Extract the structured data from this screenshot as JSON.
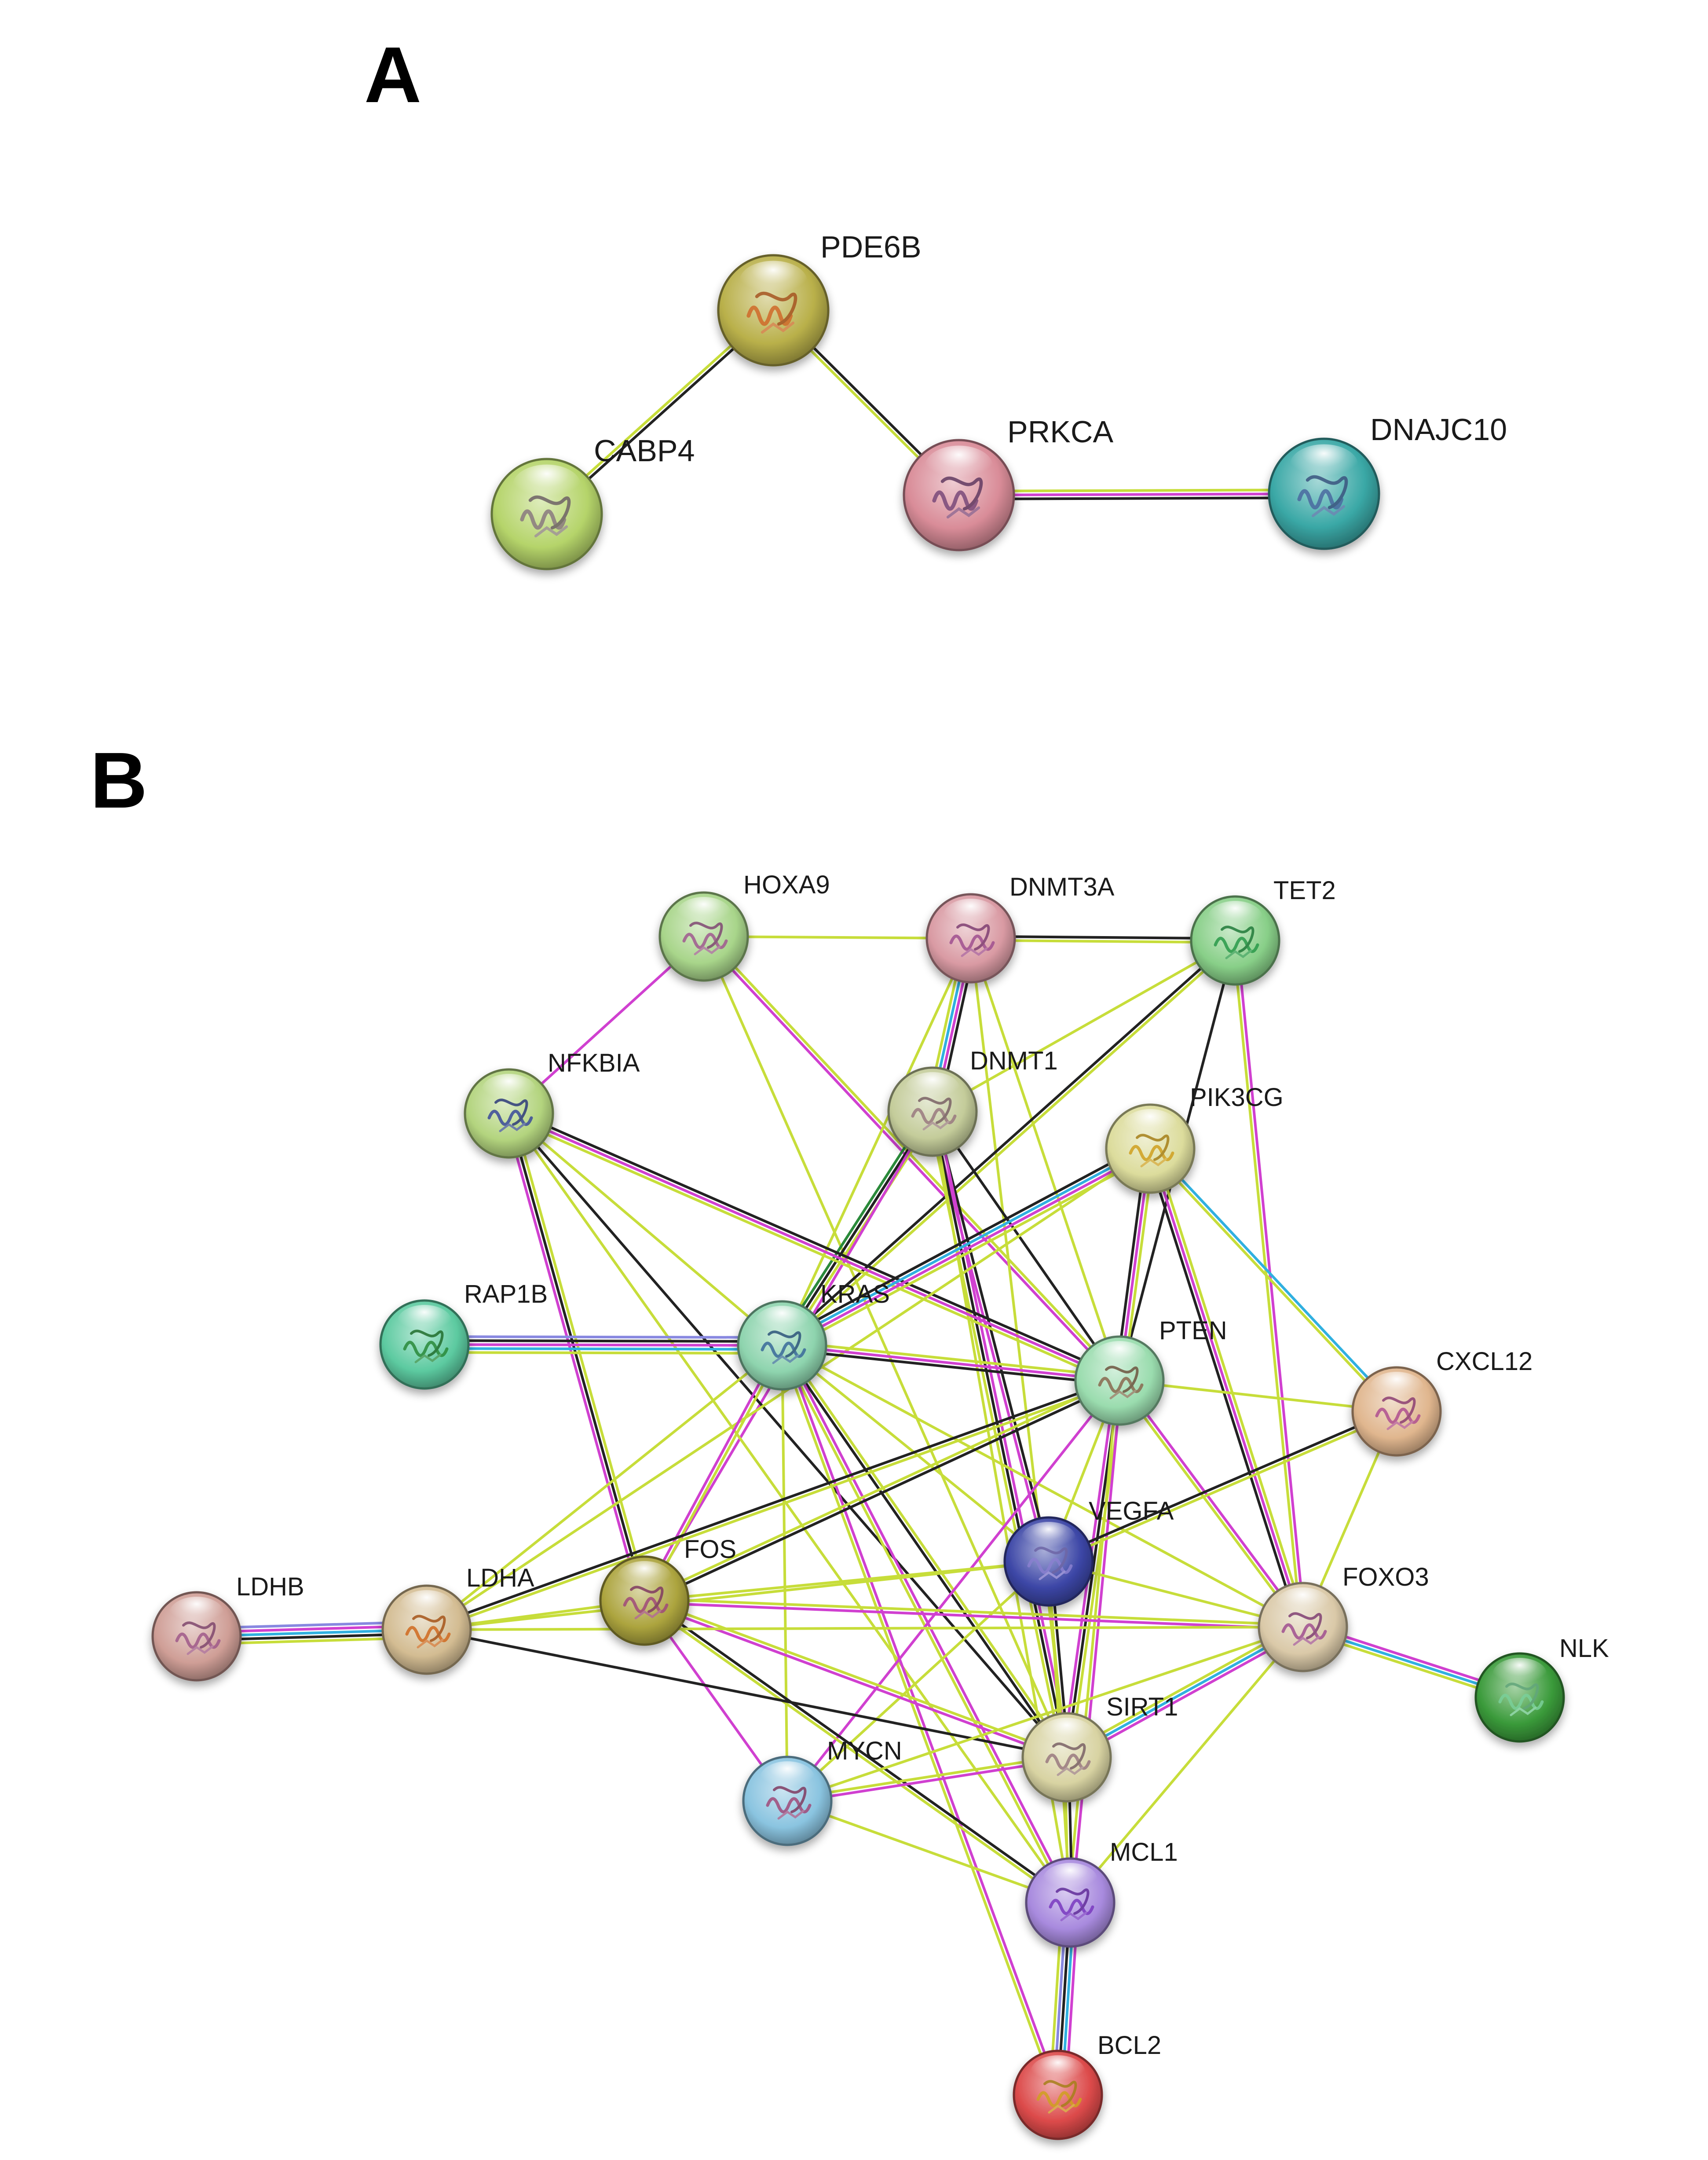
{
  "panel_a": {
    "label": "A",
    "nodes": [
      {
        "name": "PDE6B",
        "color": "#b9b04a",
        "motif": "#d06a2a"
      },
      {
        "name": "CABP4",
        "color": "#b5d46a",
        "motif": "#8a7a80"
      },
      {
        "name": "PRKCA",
        "color": "#d98c98",
        "motif": "#7a4a7a"
      },
      {
        "name": "DNAJC10",
        "color": "#3aa8a6",
        "motif": "#4a6aa0"
      }
    ],
    "edges": [
      {
        "from": "PDE6B",
        "to": "CABP4",
        "colors": [
          "#222222",
          "#c7dd3a"
        ]
      },
      {
        "from": "PDE6B",
        "to": "PRKCA",
        "colors": [
          "#222222",
          "#c7dd3a"
        ]
      },
      {
        "from": "PRKCA",
        "to": "DNAJC10",
        "colors": [
          "#c7dd3a",
          "#d040d0",
          "#222222"
        ]
      }
    ]
  },
  "panel_b": {
    "label": "B",
    "nodes": [
      {
        "name": "HOXA9",
        "color": "#a8d58a",
        "motif": "#a05a90"
      },
      {
        "name": "DNMT3A",
        "color": "#d99aa3",
        "motif": "#a05090"
      },
      {
        "name": "TET2",
        "color": "#88cf88",
        "motif": "#2a9a4a"
      },
      {
        "name": "NFKBIA",
        "color": "#b3d47e",
        "motif": "#3a4a9a"
      },
      {
        "name": "DNMT1",
        "color": "#c4cc9a",
        "motif": "#9a7a80"
      },
      {
        "name": "PIK3CG",
        "color": "#dcdc9c",
        "motif": "#d0a020"
      },
      {
        "name": "RAP1B",
        "color": "#5ccaa0",
        "motif": "#2a8a3a"
      },
      {
        "name": "KRAS",
        "color": "#8ed4ae",
        "motif": "#3a6a9a"
      },
      {
        "name": "PTEN",
        "color": "#9adcae",
        "motif": "#8a6a50"
      },
      {
        "name": "CXCL12",
        "color": "#e0b68e",
        "motif": "#b05090"
      },
      {
        "name": "VEGFA",
        "color": "#3c46a6",
        "motif": "#8a80d0"
      },
      {
        "name": "FOS",
        "color": "#aca43e",
        "motif": "#a04a7a"
      },
      {
        "name": "LDHA",
        "color": "#d3bc92",
        "motif": "#d06a20"
      },
      {
        "name": "LDHB",
        "color": "#cf9e96",
        "motif": "#a05a8a"
      },
      {
        "name": "FOXO3",
        "color": "#dac9a8",
        "motif": "#a05090"
      },
      {
        "name": "NLK",
        "color": "#3a9a3a",
        "motif": "#7ad09a"
      },
      {
        "name": "SIRT1",
        "color": "#d8d3a2",
        "motif": "#9a7a80"
      },
      {
        "name": "MYCN",
        "color": "#8ac4e0",
        "motif": "#a04a7a"
      },
      {
        "name": "MCL1",
        "color": "#a88ade",
        "motif": "#7a3ac0"
      },
      {
        "name": "BCL2",
        "color": "#dc4a4a",
        "motif": "#d0a020"
      }
    ],
    "edges": [
      {
        "from": "HOXA9",
        "to": "DNMT3A",
        "colors": [
          "#c7dd3a"
        ]
      },
      {
        "from": "HOXA9",
        "to": "NFKBIA",
        "colors": [
          "#d040d0"
        ]
      },
      {
        "from": "HOXA9",
        "to": "PTEN",
        "colors": [
          "#c7dd3a",
          "#d040d0"
        ]
      },
      {
        "from": "HOXA9",
        "to": "SIRT1",
        "colors": [
          "#c7dd3a"
        ]
      },
      {
        "from": "DNMT3A",
        "to": "TET2",
        "colors": [
          "#222222",
          "#c7dd3a"
        ]
      },
      {
        "from": "DNMT3A",
        "to": "DNMT1",
        "colors": [
          "#222222",
          "#d040d0",
          "#30b0e0",
          "#c7dd3a"
        ]
      },
      {
        "from": "DNMT3A",
        "to": "KRAS",
        "colors": [
          "#c7dd3a"
        ]
      },
      {
        "from": "DNMT3A",
        "to": "SIRT1",
        "colors": [
          "#c7dd3a"
        ]
      },
      {
        "from": "DNMT3A",
        "to": "PTEN",
        "colors": [
          "#c7dd3a"
        ]
      },
      {
        "from": "TET2",
        "to": "DNMT1",
        "colors": [
          "#c7dd3a"
        ]
      },
      {
        "from": "TET2",
        "to": "KRAS",
        "colors": [
          "#c7dd3a",
          "#222222"
        ]
      },
      {
        "from": "TET2",
        "to": "PTEN",
        "colors": [
          "#222222"
        ]
      },
      {
        "from": "TET2",
        "to": "FOXO3",
        "colors": [
          "#d040d0",
          "#c7dd3a"
        ]
      },
      {
        "from": "DNMT1",
        "to": "KRAS",
        "colors": [
          "#c7dd3a",
          "#222222",
          "#2a8a3a"
        ]
      },
      {
        "from": "DNMT1",
        "to": "VEGFA",
        "colors": [
          "#222222",
          "#d040d0"
        ]
      },
      {
        "from": "DNMT1",
        "to": "SIRT1",
        "colors": [
          "#d040d0",
          "#222222",
          "#c7dd3a"
        ]
      },
      {
        "from": "DNMT1",
        "to": "PTEN",
        "colors": [
          "#222222"
        ]
      },
      {
        "from": "DNMT1",
        "to": "FOS",
        "colors": [
          "#d040d0"
        ]
      },
      {
        "from": "DNMT1",
        "to": "MCL1",
        "colors": [
          "#c7dd3a"
        ]
      },
      {
        "from": "NFKBIA",
        "to": "KRAS",
        "colors": [
          "#c7dd3a"
        ]
      },
      {
        "from": "NFKBIA",
        "to": "PTEN",
        "colors": [
          "#222222",
          "#d040d0",
          "#c7dd3a"
        ]
      },
      {
        "from": "NFKBIA",
        "to": "FOS",
        "colors": [
          "#c7dd3a",
          "#222222",
          "#d040d0"
        ]
      },
      {
        "from": "NFKBIA",
        "to": "SIRT1",
        "colors": [
          "#222222"
        ]
      },
      {
        "from": "NFKBIA",
        "to": "MCL1",
        "colors": [
          "#c7dd3a"
        ]
      },
      {
        "from": "PIK3CG",
        "to": "KRAS",
        "colors": [
          "#c7dd3a",
          "#d040d0",
          "#30b0e0",
          "#222222"
        ]
      },
      {
        "from": "PIK3CG",
        "to": "PTEN",
        "colors": [
          "#c7dd3a",
          "#d040d0",
          "#222222"
        ]
      },
      {
        "from": "PIK3CG",
        "to": "CXCL12",
        "colors": [
          "#30b0e0",
          "#c7dd3a"
        ]
      },
      {
        "from": "PIK3CG",
        "to": "FOXO3",
        "colors": [
          "#c7dd3a",
          "#d040d0",
          "#222222"
        ]
      },
      {
        "from": "PIK3CG",
        "to": "LDHA",
        "colors": [
          "#c7dd3a"
        ]
      },
      {
        "from": "RAP1B",
        "to": "KRAS",
        "colors": [
          "#8888e0",
          "#222222",
          "#d040d0",
          "#30b0e0",
          "#c7dd3a"
        ]
      },
      {
        "from": "KRAS",
        "to": "PTEN",
        "colors": [
          "#c7dd3a",
          "#d040d0",
          "#222222"
        ]
      },
      {
        "from": "KRAS",
        "to": "FOS",
        "colors": [
          "#c7dd3a",
          "#d040d0"
        ]
      },
      {
        "from": "KRAS",
        "to": "LDHA",
        "colors": [
          "#c7dd3a"
        ]
      },
      {
        "from": "KRAS",
        "to": "SIRT1",
        "colors": [
          "#c7dd3a",
          "#222222"
        ]
      },
      {
        "from": "KRAS",
        "to": "MYCN",
        "colors": [
          "#c7dd3a"
        ]
      },
      {
        "from": "KRAS",
        "to": "MCL1",
        "colors": [
          "#d040d0",
          "#c7dd3a"
        ]
      },
      {
        "from": "KRAS",
        "to": "BCL2",
        "colors": [
          "#d040d0",
          "#c7dd3a"
        ]
      },
      {
        "from": "KRAS",
        "to": "FOXO3",
        "colors": [
          "#c7dd3a"
        ]
      },
      {
        "from": "KRAS",
        "to": "VEGFA",
        "colors": [
          "#c7dd3a"
        ]
      },
      {
        "from": "PTEN",
        "to": "CXCL12",
        "colors": [
          "#c7dd3a"
        ]
      },
      {
        "from": "PTEN",
        "to": "FOXO3",
        "colors": [
          "#d040d0",
          "#c7dd3a"
        ]
      },
      {
        "from": "PTEN",
        "to": "SIRT1",
        "colors": [
          "#c7dd3a",
          "#222222",
          "#d040d0"
        ]
      },
      {
        "from": "PTEN",
        "to": "LDHA",
        "colors": [
          "#c7dd3a",
          "#222222"
        ]
      },
      {
        "from": "PTEN",
        "to": "FOS",
        "colors": [
          "#222222",
          "#c7dd3a"
        ]
      },
      {
        "from": "PTEN",
        "to": "VEGFA",
        "colors": [
          "#c7dd3a"
        ]
      },
      {
        "from": "PTEN",
        "to": "MCL1",
        "colors": [
          "#d040d0",
          "#c7dd3a"
        ]
      },
      {
        "from": "PTEN",
        "to": "MYCN",
        "colors": [
          "#d040d0"
        ]
      },
      {
        "from": "CXCL12",
        "to": "VEGFA",
        "colors": [
          "#c7dd3a",
          "#222222"
        ]
      },
      {
        "from": "CXCL12",
        "to": "FOXO3",
        "colors": [
          "#c7dd3a"
        ]
      },
      {
        "from": "VEGFA",
        "to": "FOS",
        "colors": [
          "#c7dd3a"
        ]
      },
      {
        "from": "VEGFA",
        "to": "SIRT1",
        "colors": [
          "#222222",
          "#c7dd3a"
        ]
      },
      {
        "from": "VEGFA",
        "to": "FOXO3",
        "colors": [
          "#c7dd3a"
        ]
      },
      {
        "from": "VEGFA",
        "to": "LDHA",
        "colors": [
          "#c7dd3a"
        ]
      },
      {
        "from": "VEGFA",
        "to": "MCL1",
        "colors": [
          "#c7dd3a"
        ]
      },
      {
        "from": "VEGFA",
        "to": "MYCN",
        "colors": [
          "#c7dd3a"
        ]
      },
      {
        "from": "FOS",
        "to": "LDHA",
        "colors": [
          "#c7dd3a"
        ]
      },
      {
        "from": "FOS",
        "to": "FOXO3",
        "colors": [
          "#c7dd3a",
          "#d040d0"
        ]
      },
      {
        "from": "FOS",
        "to": "SIRT1",
        "colors": [
          "#c7dd3a",
          "#d040d0"
        ]
      },
      {
        "from": "FOS",
        "to": "MYCN",
        "colors": [
          "#d040d0"
        ]
      },
      {
        "from": "FOS",
        "to": "MCL1",
        "colors": [
          "#222222",
          "#c7dd3a"
        ]
      },
      {
        "from": "LDHB",
        "to": "LDHA",
        "colors": [
          "#8888e0",
          "#d040d0",
          "#30b0e0",
          "#222222",
          "#c7dd3a"
        ]
      },
      {
        "from": "LDHA",
        "to": "SIRT1",
        "colors": [
          "#222222"
        ]
      },
      {
        "from": "LDHA",
        "to": "FOXO3",
        "colors": [
          "#c7dd3a"
        ]
      },
      {
        "from": "FOXO3",
        "to": "NLK",
        "colors": [
          "#d040d0",
          "#30b0e0",
          "#c7dd3a"
        ]
      },
      {
        "from": "FOXO3",
        "to": "SIRT1",
        "colors": [
          "#d040d0",
          "#30b0e0",
          "#c7dd3a"
        ]
      },
      {
        "from": "FOXO3",
        "to": "MCL1",
        "colors": [
          "#c7dd3a"
        ]
      },
      {
        "from": "FOXO3",
        "to": "MYCN",
        "colors": [
          "#c7dd3a"
        ]
      },
      {
        "from": "SIRT1",
        "to": "MYCN",
        "colors": [
          "#d040d0",
          "#c7dd3a"
        ]
      },
      {
        "from": "SIRT1",
        "to": "MCL1",
        "colors": [
          "#222222",
          "#c7dd3a"
        ]
      },
      {
        "from": "MCL1",
        "to": "BCL2",
        "colors": [
          "#d040d0",
          "#30b0e0",
          "#222222",
          "#8888e0",
          "#c7dd3a"
        ]
      },
      {
        "from": "MYCN",
        "to": "MCL1",
        "colors": [
          "#c7dd3a"
        ]
      }
    ]
  }
}
